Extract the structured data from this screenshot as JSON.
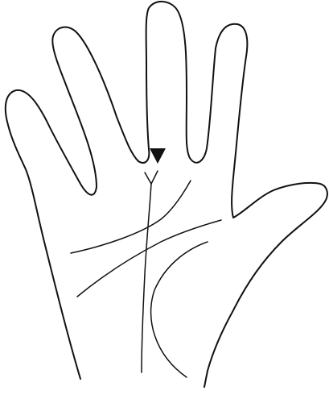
{
  "figure": {
    "subject": "palm-lines-illustration",
    "hand": "right",
    "background_color": "#ffffff",
    "ink_color": "#111111",
    "lines_shown": [
      "hand-outline",
      "heart-line",
      "head-line",
      "life-line",
      "fate-line",
      "fork-at-top-of-fate-line",
      "marker-arrow"
    ]
  }
}
